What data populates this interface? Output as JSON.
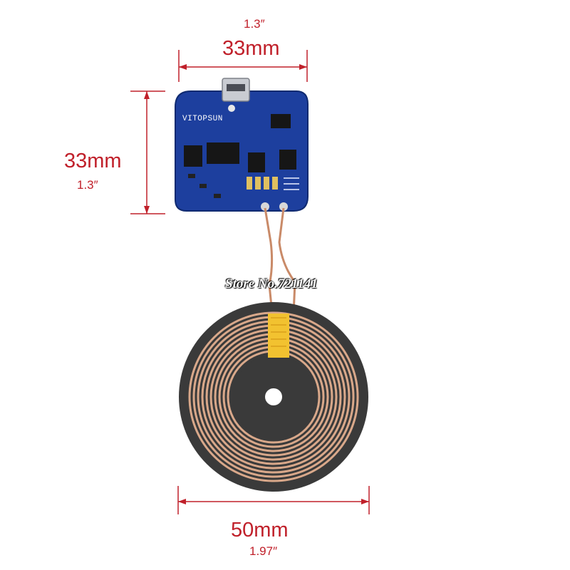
{
  "top_dimension": {
    "inches": "1.3″",
    "mm": "33mm"
  },
  "left_dimension": {
    "mm": "33mm",
    "inches": "1.3″"
  },
  "bottom_dimension": {
    "mm": "50mm",
    "inches": "1.97″"
  },
  "pcb_silkscreen": "VITOPSUN",
  "watermark": "Store No.721141",
  "colors": {
    "dimension_red": "#c0202a",
    "pcb_blue": "#1d3f9e",
    "coil_copper": "#d9a88a",
    "coil_ferrite": "#3a3a3a",
    "tape_yellow": "#f2c230"
  }
}
